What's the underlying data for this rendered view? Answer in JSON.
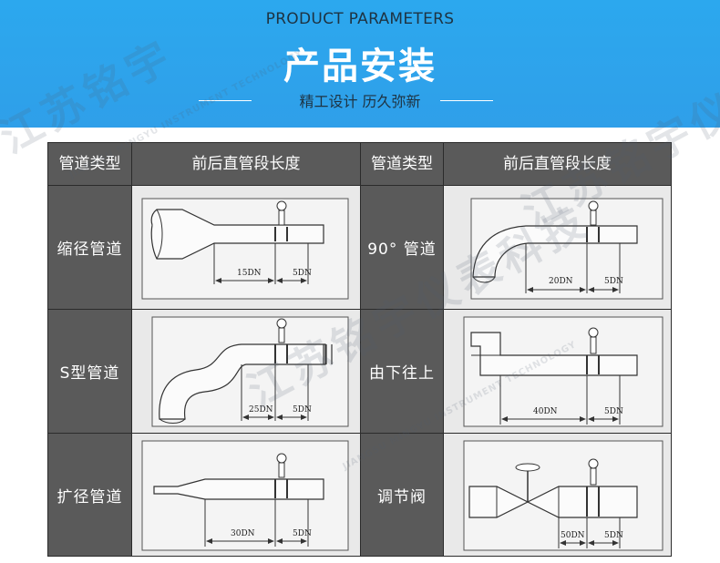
{
  "header": {
    "title_en": "PRODUCT PARAMETERS",
    "title_cn": "产品安装",
    "subtitle": "精工设计 历久弥新"
  },
  "table": {
    "col_type_header": "管道类型",
    "col_length_header": "前后直管段长度",
    "rows": [
      {
        "left": {
          "type": "缩径管道",
          "upstream": "15DN",
          "downstream": "5DN"
        },
        "right": {
          "type": "90° 管道",
          "upstream": "20DN",
          "downstream": "5DN"
        }
      },
      {
        "left": {
          "type": "S型管道",
          "upstream": "25DN",
          "downstream": "5DN"
        },
        "right": {
          "type": "由下往上",
          "upstream": "40DN",
          "downstream": "5DN"
        }
      },
      {
        "left": {
          "type": "扩径管道",
          "upstream": "30DN",
          "downstream": "5DN"
        },
        "right": {
          "type": "调节阀",
          "upstream": "50DN",
          "downstream": "5DN"
        }
      }
    ]
  },
  "watermark": {
    "cn": "江苏铭宇仪表科技",
    "en": "JIANGSU MINGYU INSTRUMENT TECHNOLOGY CO., LTD."
  },
  "colors": {
    "header_bg": "#2ca8ee",
    "table_header_bg": "#5a5a5a",
    "diagram_bg": "#e9e9e9"
  }
}
